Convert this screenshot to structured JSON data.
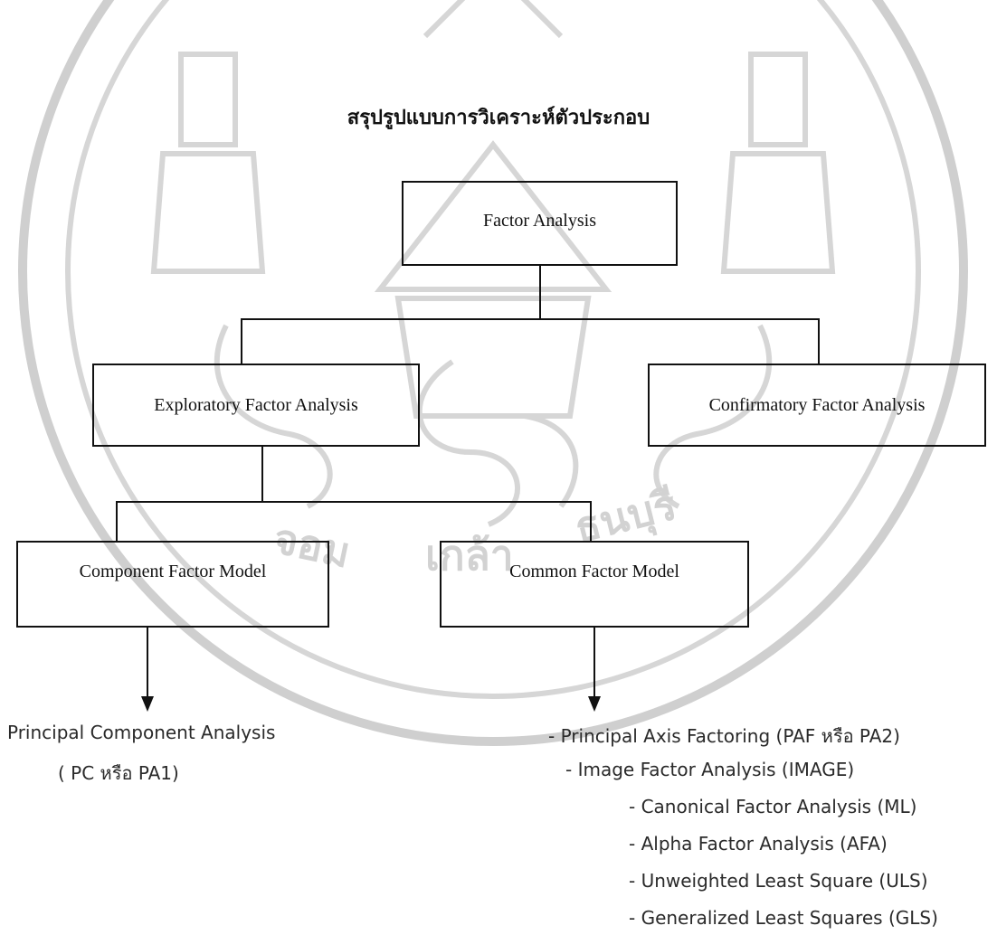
{
  "title": "สรุปรูปแบบการวิเคราะห์ตัวประกอบ",
  "nodes": {
    "root": "Factor Analysis",
    "exploratory": "Exploratory Factor Analysis",
    "confirmatory": "Confirmatory Factor Analysis",
    "component_model": "Component Factor Model",
    "common_model": "Common Factor Model"
  },
  "component_methods": [
    "Principal Component Analysis",
    "( PC หรือ PA1)"
  ],
  "common_methods": [
    "- Principal Axis Factoring (PAF หรือ PA2)",
    "- Image Factor Analysis (IMAGE)",
    "- Canonical Factor Analysis (ML)",
    "- Alpha Factor Analysis (AFA)",
    "- Unweighted Least Square (ULS)",
    "- Generalized Least Squares (GLS)"
  ],
  "colors": {
    "ink": "#111111",
    "watermark": "#c8c8c8"
  }
}
